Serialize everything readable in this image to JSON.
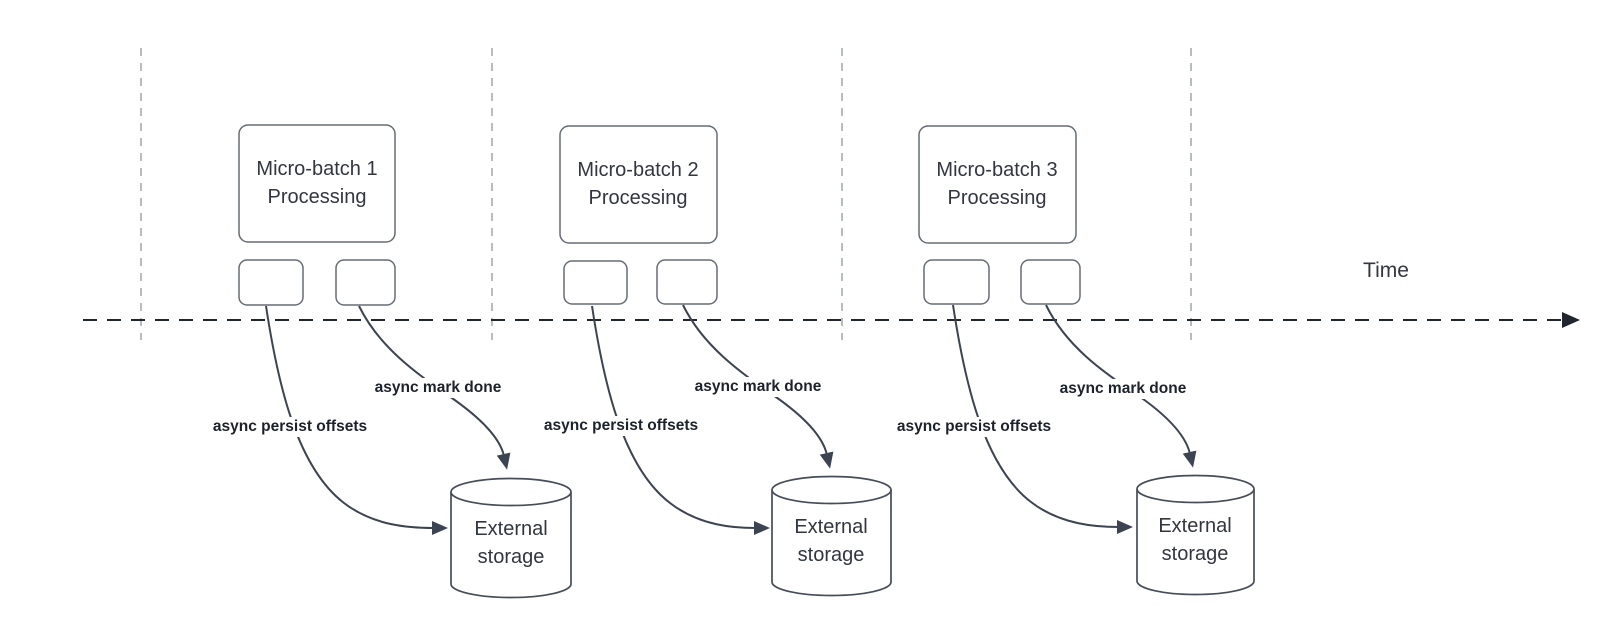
{
  "time_axis": {
    "label": "Time"
  },
  "batches": [
    {
      "box_lines": [
        "Micro-batch 1",
        "Processing"
      ],
      "persist_label": "async persist offsets",
      "markdone_label": "async mark done",
      "storage_lines": [
        "External",
        "storage"
      ]
    },
    {
      "box_lines": [
        "Micro-batch 2",
        "Processing"
      ],
      "persist_label": "async persist offsets",
      "markdone_label": "async mark done",
      "storage_lines": [
        "External",
        "storage"
      ]
    },
    {
      "box_lines": [
        "Micro-batch 3",
        "Processing"
      ],
      "persist_label": "async persist offsets",
      "markdone_label": "async mark done",
      "storage_lines": [
        "External",
        "storage"
      ]
    }
  ],
  "colors": {
    "arrow": "#3d4451",
    "box_border": "#666c75",
    "cylinder_border": "#464d57",
    "divider": "#aab0b6",
    "axis": "#20252e",
    "text": "#32363f",
    "label_text": "#1c222b",
    "bg": "#ffffff"
  }
}
